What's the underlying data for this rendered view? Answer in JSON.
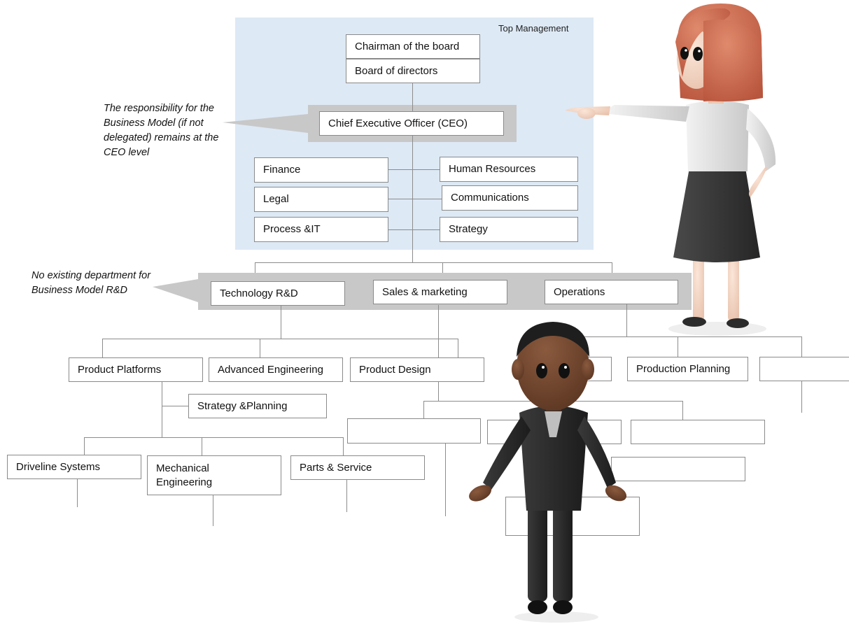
{
  "top_management": {
    "label": "Top Management"
  },
  "annotations": {
    "ceo_note": "The responsibility for the Business Model (if not delegated) remains at the CEO level",
    "rnd_note": "No existing department for Business Model R&D"
  },
  "top_nodes": {
    "chairman": "Chairman of the board",
    "board": "Board of directors",
    "ceo": "Chief Executive Officer (CEO)"
  },
  "staff_functions": {
    "finance": "Finance",
    "human_resources": "Human Resources",
    "legal": "Legal",
    "communications": "Communications",
    "process_it": "Process &IT",
    "strategy": "Strategy"
  },
  "divisions": {
    "technology_rnd": "Technology R&D",
    "sales_marketing": "Sales & marketing",
    "operations": "Operations"
  },
  "technology_rnd_units": {
    "product_platforms": "Product Platforms",
    "advanced_engineering": "Advanced Engineering",
    "product_design": "Product Design",
    "strategy_planning": "Strategy  &Planning"
  },
  "operations_units": {
    "production_planning": "Production Planning"
  },
  "product_platform_units": {
    "driveline": "Driveline Systems",
    "mechanical": "Mechanical Engineering",
    "parts_service": "Parts & Service"
  },
  "colors": {
    "top_management_bg": "#dde9f5",
    "highlight_band": "#c8c8c8",
    "box_border": "#8a8a8a"
  }
}
